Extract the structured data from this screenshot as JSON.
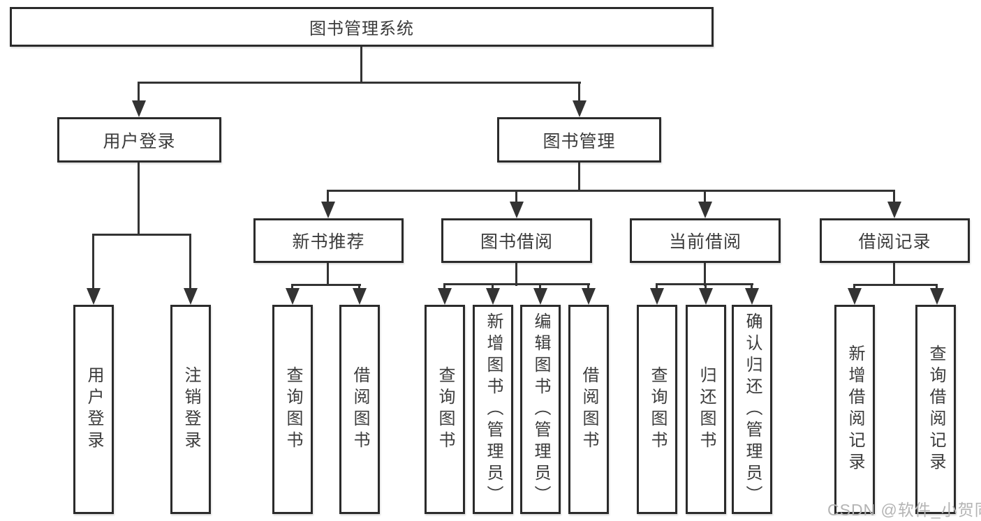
{
  "colors": {
    "line": "#333333",
    "border": "#2b2b2b",
    "text": "#3b3b3b",
    "bg": "#ffffff",
    "watermark": "#b4b4b4"
  },
  "diagram": {
    "root": {
      "label": "图书管理系统"
    },
    "branches": [
      {
        "label": "用户登录",
        "children": [
          {
            "label": "用户登录"
          },
          {
            "label": "注销登录"
          }
        ]
      },
      {
        "label": "图书管理",
        "children": [
          {
            "label": "新书推荐",
            "children": [
              {
                "label": "查询图书"
              },
              {
                "label": "借阅图书"
              }
            ]
          },
          {
            "label": "图书借阅",
            "children": [
              {
                "label": "查询图书"
              },
              {
                "label": "新增图书（管理员）"
              },
              {
                "label": "编辑图书（管理员）"
              },
              {
                "label": "借阅图书"
              }
            ]
          },
          {
            "label": "当前借阅",
            "children": [
              {
                "label": "查询图书"
              },
              {
                "label": "归还图书"
              },
              {
                "label": "确认归还（管理员）"
              }
            ]
          },
          {
            "label": "借阅记录",
            "children": [
              {
                "label": "新增借阅记录"
              },
              {
                "label": "查询借阅记录"
              }
            ]
          }
        ]
      }
    ]
  },
  "watermark": {
    "text": "CSDN @软件_小贺同学"
  }
}
